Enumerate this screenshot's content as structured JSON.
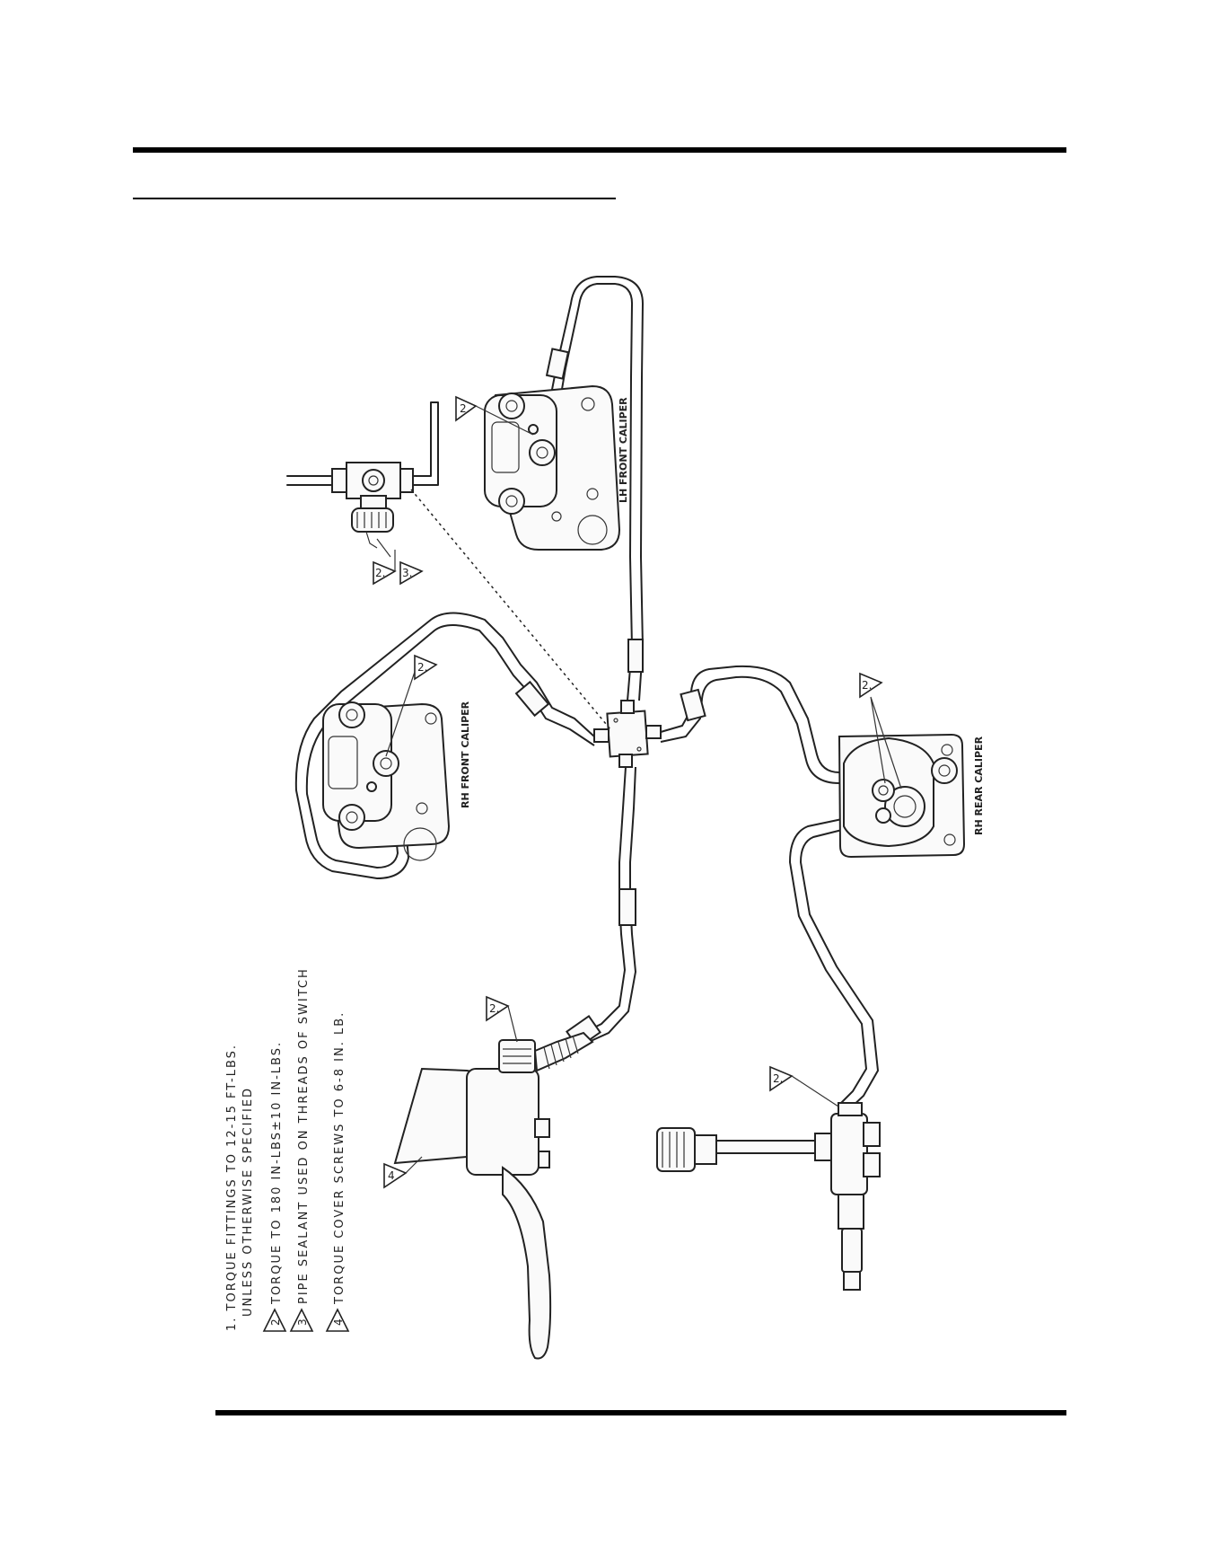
{
  "notes": [
    {
      "marker": "",
      "text": "1. TORQUE FITTINGS TO 12-15 FT-LBS."
    },
    {
      "marker": "",
      "text": "UNLESS OTHERWISE SPECIFIED"
    },
    {
      "marker": "2.",
      "text": "TORQUE TO 180 IN-LBS±10 IN-LBS."
    },
    {
      "marker": "3.",
      "text": "PIPE SEALANT USED ON THREADS OF SWITCH"
    },
    {
      "marker": "4.",
      "text": "TORQUE COVER SCREWS TO 6-8 IN. LB."
    }
  ],
  "labels": {
    "lh_front_caliper": "LH FRONT CALIPER",
    "rh_front_caliper": "RH FRONT CALIPER",
    "rh_rear_caliper": "RH REAR CALIPER"
  },
  "callouts": {
    "c2": "2.",
    "c3": "3.",
    "c4": "4"
  }
}
